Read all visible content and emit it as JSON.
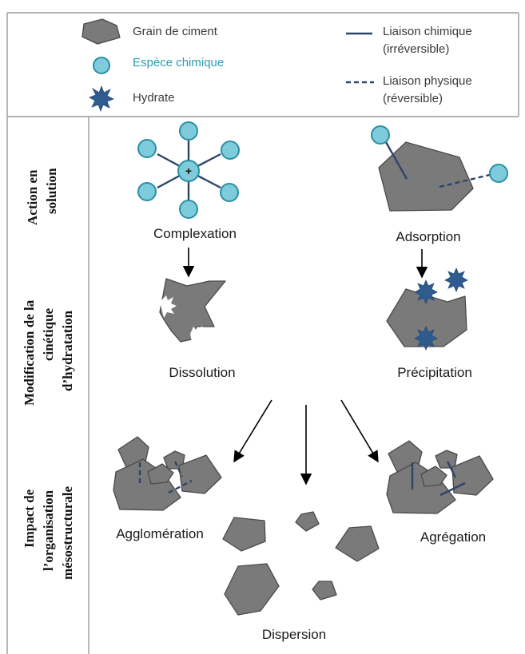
{
  "legend": {
    "grain": "Grain de ciment",
    "species": "Espèce chimique",
    "hydrate": "Hydrate",
    "chemical_bond_line1": "Liaison chimique",
    "chemical_bond_line2": "(irréversible)",
    "physical_bond_line1": "Liaison physique",
    "physical_bond_line2": "(réversible)"
  },
  "rows": {
    "row1": [
      "Action en",
      "solution"
    ],
    "row2": [
      "Modification de la",
      "cinétique",
      "d’hydratation"
    ],
    "row3": [
      "Impact de",
      "l’organisation",
      "mésostructurale"
    ]
  },
  "labels": {
    "complexation": "Complexation",
    "adsorption": "Adsorption",
    "dissolution": "Dissolution",
    "precipitation": "Précipitation",
    "agglomeration": "Agglomération",
    "dispersion": "Dispersion",
    "aggregation": "Agrégation",
    "charge_symbol": "+"
  },
  "colors": {
    "grain": "#7a7a7a",
    "species": "#7ecbdc",
    "hydrate": "#2f5b8f",
    "bond": "#2b4469"
  }
}
